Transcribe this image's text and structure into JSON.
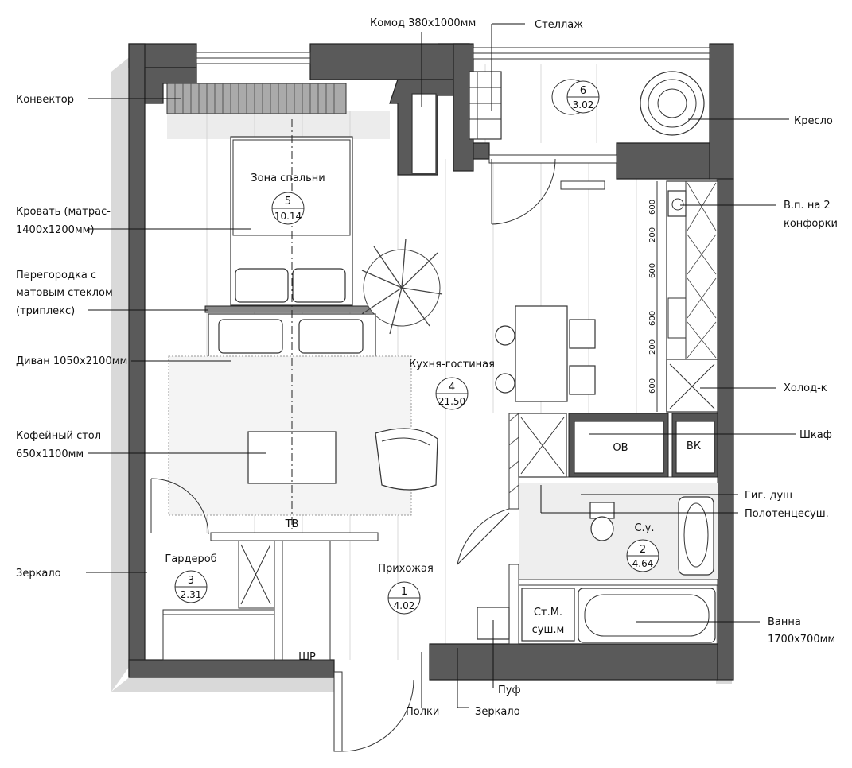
{
  "left_labels": {
    "convector": "Конвектор",
    "bed_line1": "Кровать (матрас-",
    "bed_line2": "1400х1200мм)",
    "partition_line1": "Перегородка с",
    "partition_line2": "матовым стеклом",
    "partition_line3": "(триплекс)",
    "sofa": "Диван 1050х2100мм",
    "coffee_line1": "Кофейный стол",
    "coffee_line2": "650х1100мм",
    "mirror": "Зеркало"
  },
  "top_labels": {
    "dresser": "Комод 380х1000мм",
    "shelving": "Стеллаж"
  },
  "right_labels": {
    "armchair": "Кресло",
    "hob_line1": "В.п. на 2",
    "hob_line2": "конфорки",
    "fridge": "Холод-к",
    "cabinet": "Шкаф",
    "hyg_shower": "Гиг. душ",
    "towel_dryer": "Полотенцесуш.",
    "bath_line1": "Ванна",
    "bath_line2": "1700х700мм"
  },
  "bottom_labels": {
    "shelves": "Полки",
    "mirror": "Зеркало",
    "pouf": "Пуф"
  },
  "rooms": {
    "balcony": {
      "num": "6",
      "area": "3.02"
    },
    "sleep": {
      "name": "Зона спальни",
      "num": "5",
      "area": "10.14"
    },
    "kitchen": {
      "name": "Кухня-гостиная",
      "num": "4",
      "area": "21.50"
    },
    "wardrobe": {
      "name": "Гардероб",
      "num": "3",
      "area": "2.31"
    },
    "hall": {
      "name": "Прихожая",
      "num": "1",
      "area": "4.02"
    },
    "bath": {
      "name": "С.у.",
      "num": "2",
      "area": "4.64"
    }
  },
  "fixtures": {
    "tv": "ТВ",
    "ov": "ОВ",
    "vk": "ВК",
    "shr": "ШР",
    "washer_line1": "Ст.М.",
    "washer_line2": "суш.м"
  },
  "kitchen_dims": [
    "600",
    "200",
    "600",
    "600",
    "200",
    "600"
  ]
}
